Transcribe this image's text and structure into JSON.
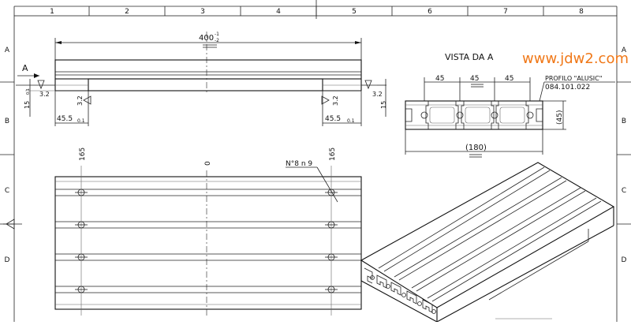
{
  "frame": {
    "columns": [
      "1",
      "2",
      "3",
      "4",
      "5",
      "6",
      "7",
      "8"
    ],
    "rows": [
      "A",
      "B",
      "C",
      "D"
    ]
  },
  "front_view": {
    "overall_dim": "400",
    "overall_tol_top": "-1",
    "overall_tol_bot": "-2",
    "section_label": "A",
    "step_height": "15",
    "step_height_tol": "0.1",
    "step_width": "45.5",
    "step_width_tol": "0.1",
    "roughness": "3.2"
  },
  "section_view": {
    "title": "VISTA DA A",
    "pitch_1": "45",
    "pitch_2": "45",
    "pitch_3": "45",
    "height_dim": "(45)",
    "width_dim": "(180)",
    "profile_name": "PROFILO \"ALUSIC\"",
    "profile_code": "084.101.022"
  },
  "top_view": {
    "left_pos": "165",
    "center_pos": "0",
    "right_pos": "165",
    "hole_note": "N°8 n 9"
  },
  "watermark": "www.jdw2.com",
  "colors": {
    "watermark": "#f07818",
    "line": "#111111"
  }
}
